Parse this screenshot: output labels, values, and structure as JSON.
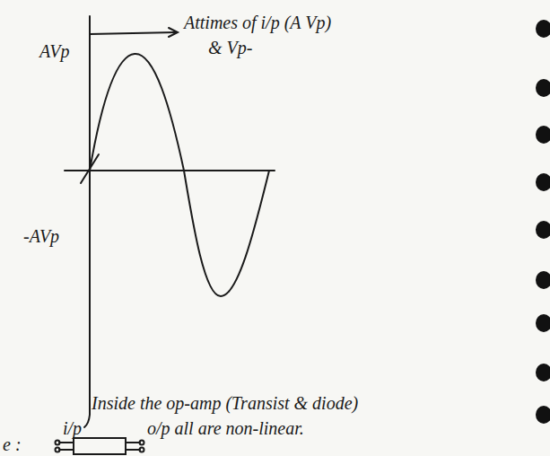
{
  "diagram": {
    "labels": [
      "Attimes of i/p (A Vp)",
      "& Vp-",
      "AVp",
      "-AVp",
      "Inside the op-amp (Transist & diode)",
      "e :",
      "i/p",
      "o/p all are non-linear."
    ]
  }
}
